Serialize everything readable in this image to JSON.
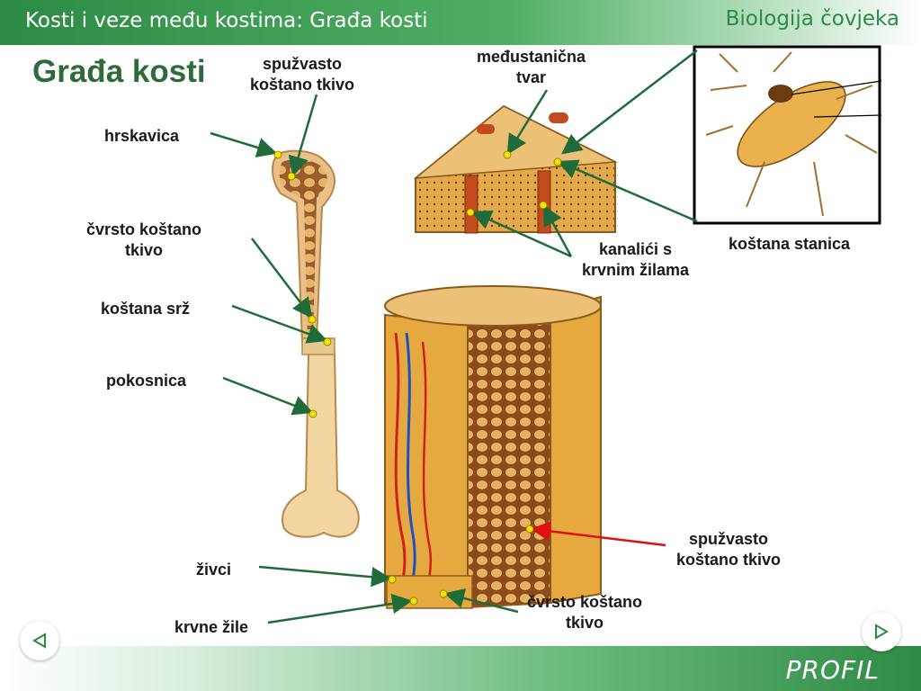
{
  "header": {
    "title": "Kosti i veze među kostima: Građa kosti",
    "subject": "Biologija čovjeka"
  },
  "page_title": "Građa kosti",
  "labels": {
    "spuzvasto_top_1": "spužvasto",
    "spuzvasto_top_2": "koštano tkivo",
    "medustanicna_1": "međustanična",
    "medustanicna_2": "tvar",
    "hrskavica": "hrskavica",
    "cvrsto_left_1": "čvrsto koštano",
    "cvrsto_left_2": "tkivo",
    "kostana_srz": "koštana srž",
    "pokosnica": "pokosnica",
    "kanalici_1": "kanalići s",
    "kanalici_2": "krvnim žilama",
    "kostana_stanica": "koštana stanica",
    "spuzvasto_right_1": "spužvasto",
    "spuzvasto_right_2": "koštano tkivo",
    "zivci": "živci",
    "krvne_zile": "krvne žile",
    "cvrsto_bottom_1": "čvrsto koštano",
    "cvrsto_bottom_2": "tkivo"
  },
  "footer": {
    "brand": "PROFIL"
  },
  "colors": {
    "accent": "#2d8a45",
    "arrow": "#1f6b3a",
    "highlight_arrow": "#e01010",
    "bone": "#e9b24d"
  }
}
